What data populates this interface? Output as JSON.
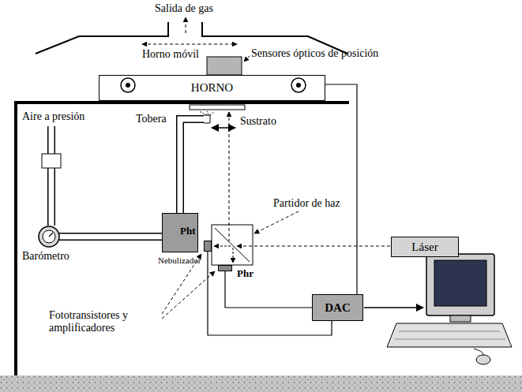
{
  "diagram": {
    "nodes": [
      {
        "text": [
          "HORNO"
        ]
      },
      {
        "text": [
          "Barómetro"
        ]
      },
      {
        "text": [
          "Nebulizador"
        ]
      },
      {
        "text": [
          "Pht"
        ]
      },
      {
        "text": [
          "Phr"
        ]
      },
      {
        "text": [
          "Láser"
        ]
      },
      {
        "text": [
          "DAC"
        ]
      }
    ],
    "edges": [
      {
        "from": 1,
        "to": 2,
        "arrow": "none"
      },
      {
        "from": 4,
        "to": 6,
        "arrow": "none"
      },
      {
        "from": 3,
        "to": 6,
        "arrow": "none"
      },
      {
        "from": 0,
        "to": 6,
        "arrow": "none"
      }
    ],
    "labels": [
      "Salida de gas",
      "Horno móvil",
      "Sensores ópticos de posición",
      "Aire a presión",
      "Tobera",
      "Sustrato",
      "Partidor de haz",
      "Fototransistores y amplificadores"
    ]
  }
}
